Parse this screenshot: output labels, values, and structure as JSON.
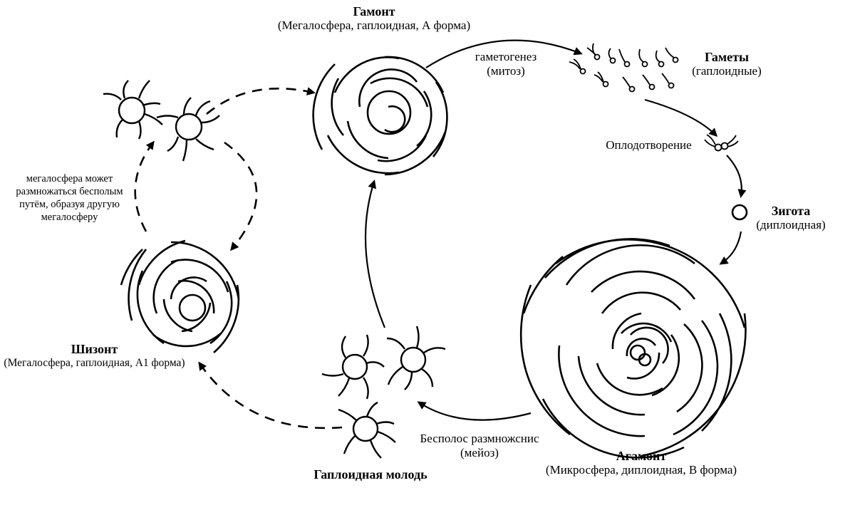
{
  "gamont": {
    "title": "Гамонт",
    "subtitle": "(Мегалосфера, гаплоидная, А форма)"
  },
  "gametes": {
    "title": "Гаметы",
    "subtitle": "(гаплоидные)"
  },
  "gametogenesis": {
    "line1": "гаметогенез",
    "line2": "(митоз)"
  },
  "fertilization": {
    "label": "Оплодотворение"
  },
  "zygote": {
    "title": "Зигота",
    "subtitle": "(диплоидная)"
  },
  "agamont": {
    "title": "Агамонт",
    "subtitle": "(Микросфера, диплоидная, В форма)"
  },
  "asexual": {
    "line1": "Бесполос размножснис",
    "line2": "(мейоз)"
  },
  "juveniles": {
    "title": "Гаплоидная молодь"
  },
  "schizont": {
    "title": "Шизонт",
    "subtitle": "(Мегалосфера, гаплоидная, А1 форма)"
  },
  "megalosphere_note": {
    "line1": "мегалосфера может",
    "line2": "размножаться бесполым",
    "line3": "путём, образуя другую",
    "line4": "мегалосферу"
  }
}
